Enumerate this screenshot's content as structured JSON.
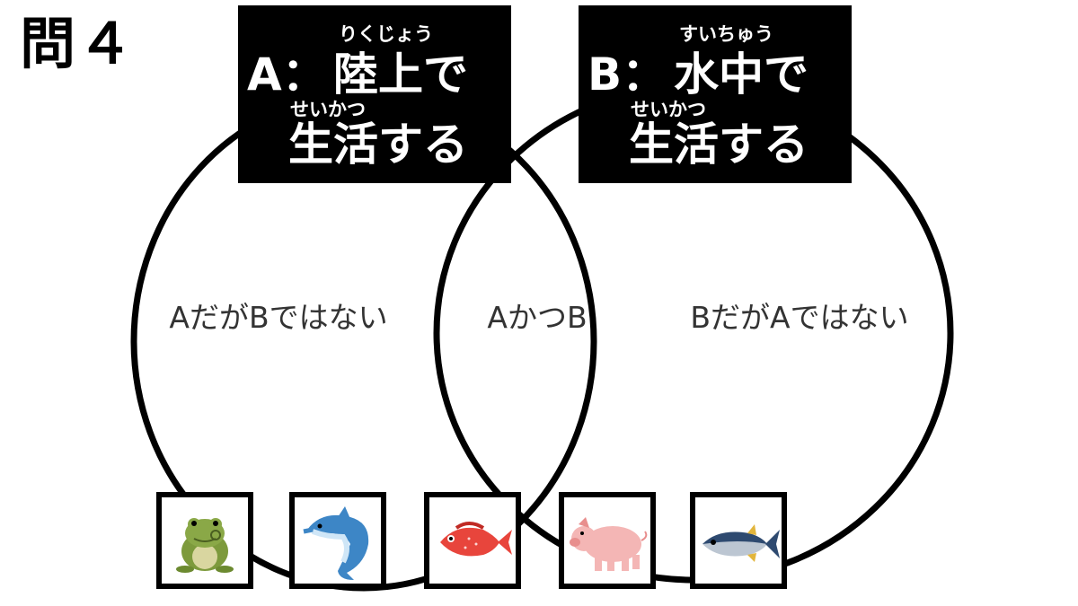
{
  "question": {
    "title": "問４"
  },
  "sets": {
    "a": {
      "prefix": "A：",
      "line1": "陸上で",
      "line1_ruby": "りくじょう",
      "line2": "生活する",
      "line2_ruby": "せいかつ"
    },
    "b": {
      "prefix": "B：",
      "line1": "水中で",
      "line1_ruby": "すいちゅう",
      "line2": "生活する",
      "line2_ruby": "せいかつ"
    }
  },
  "regions": {
    "a_only": "AだがBではない",
    "both": "AかつB",
    "b_only": "BだがAではない"
  },
  "items": [
    {
      "icon": "frog-icon"
    },
    {
      "icon": "dolphin-icon"
    },
    {
      "icon": "red-snapper-icon"
    },
    {
      "icon": "pig-icon"
    },
    {
      "icon": "tuna-icon"
    }
  ]
}
